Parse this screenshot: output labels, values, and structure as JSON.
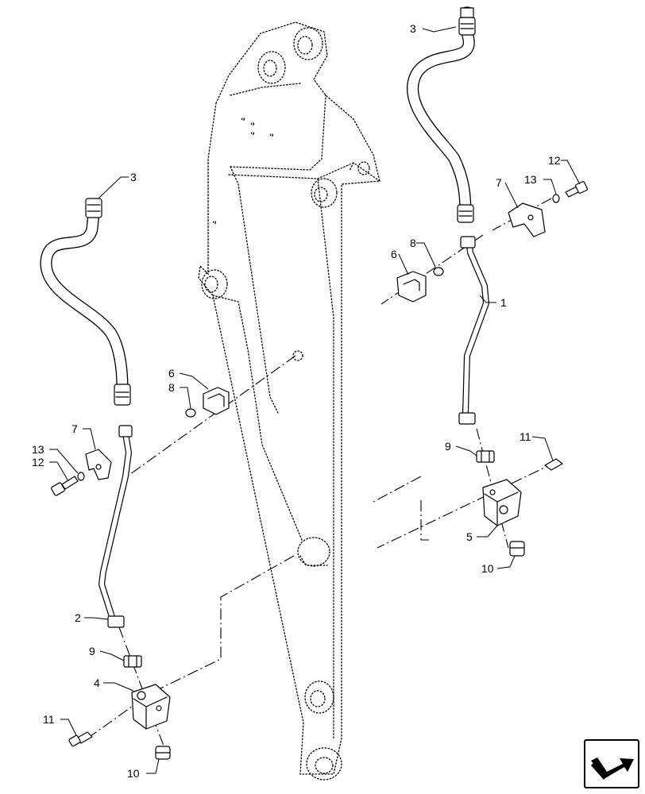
{
  "callouts": {
    "c1": "1",
    "c2": "2",
    "c3_right": "3",
    "c3_left": "3",
    "c4": "4",
    "c5": "5",
    "c6_right": "6",
    "c6_left": "6",
    "c7_right": "7",
    "c7_left": "7",
    "c8_right": "8",
    "c8_left": "8",
    "c9_right": "9",
    "c9_left": "9",
    "c10_right": "10",
    "c10_left": "10",
    "c11_right": "11",
    "c11_left": "11",
    "c12_right": "12",
    "c12_left": "12",
    "c13_right": "13",
    "c13_left": "13"
  },
  "icons": {
    "nav": "next-page-arrow-icon"
  }
}
